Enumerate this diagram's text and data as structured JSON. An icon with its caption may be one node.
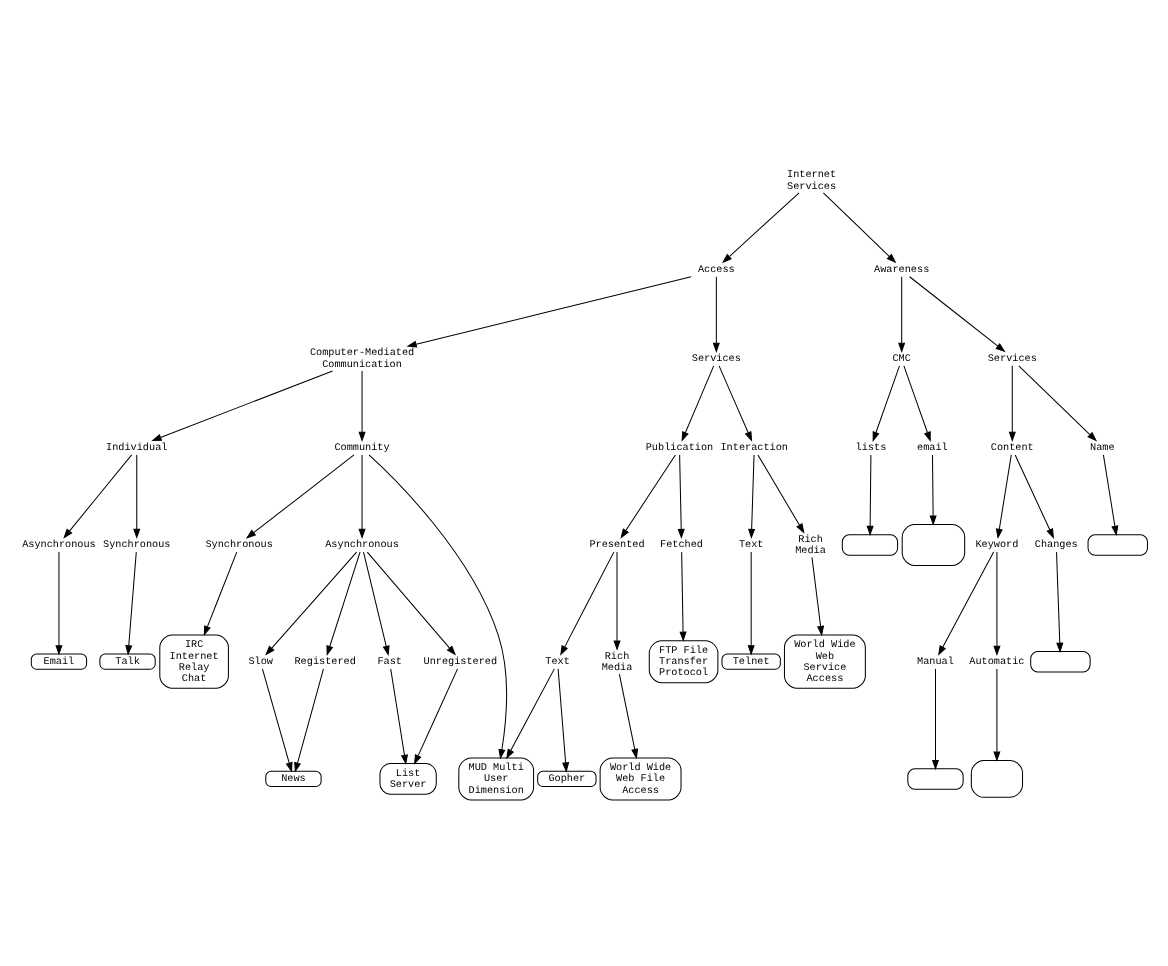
{
  "diagram": {
    "nodes": [
      {
        "text": [
          "Internet Services"
        ]
      },
      {
        "text": [
          "Access"
        ]
      },
      {
        "text": [
          "Awareness"
        ]
      },
      {
        "text": [
          "Computer-Mediated Communication"
        ]
      },
      {
        "text": [
          "Services"
        ]
      },
      {
        "text": [
          "Publication"
        ]
      },
      {
        "text": [
          "Interaction"
        ]
      },
      {
        "text": [
          "Presented"
        ]
      },
      {
        "text": [
          "Fetched"
        ]
      },
      {
        "text": [
          "CMC"
        ]
      },
      {
        "text": [
          "Text"
        ]
      },
      {
        "text": [
          "Rich Media"
        ]
      },
      {
        "text": [
          "Text"
        ]
      },
      {
        "text": [
          "Rich Media"
        ]
      },
      {
        "text": [
          "lists"
        ]
      },
      {
        "text": [
          "email"
        ]
      },
      {
        "text": [
          "Individual"
        ]
      },
      {
        "text": [
          "Community"
        ]
      },
      {
        "text": [
          "MUD Multi User Dimension"
        ]
      },
      {
        "text": [
          "World Wide Web File Access"
        ]
      },
      {
        "text": [
          "Telnet"
        ]
      },
      {
        "text": [],
        "shape": "box"
      },
      {
        "text": [
          "Asynchronous"
        ]
      },
      {
        "text": [
          "World Wide Web Service Access"
        ]
      },
      {
        "text": [],
        "shape": "box"
      },
      {
        "text": [
          "Synchronous"
        ]
      },
      {
        "text": [
          "FTP File Transfer Protocol"
        ]
      },
      {
        "text": [
          "Gopher"
        ]
      },
      {
        "text": [
          "Talk"
        ]
      },
      {
        "text": [
          "Email"
        ]
      },
      {
        "text": [
          "Asynchronous"
        ]
      },
      {
        "text": [
          "Services"
        ]
      },
      {
        "text": [
          "Synchronous"
        ]
      },
      {
        "text": [
          "Content"
        ]
      },
      {
        "text": [
          "Registered"
        ]
      },
      {
        "text": [
          "Unregistered"
        ]
      },
      {
        "text": [
          "IRC Internet Relay Chat"
        ]
      },
      {
        "text": [
          "Keyword"
        ]
      },
      {
        "text": [
          "Changes"
        ]
      },
      {
        "text": [
          "Slow"
        ]
      },
      {
        "text": [
          "Fast"
        ]
      },
      {
        "text": [
          "Name"
        ]
      },
      {
        "text": [
          "News"
        ]
      },
      {
        "text": [
          "List Server"
        ]
      },
      {
        "text": [
          "Manual"
        ]
      },
      {
        "text": [
          "Automatic"
        ]
      },
      {
        "text": [],
        "shape": "box"
      },
      {
        "text": [],
        "shape": "box"
      },
      {
        "text": [],
        "shape": "box"
      },
      {
        "text": [],
        "shape": "box"
      }
    ],
    "edges": [
      {
        "from": 0,
        "to": 1,
        "arrow": "to"
      },
      {
        "from": 0,
        "to": 2,
        "arrow": "to"
      },
      {
        "from": 1,
        "to": 3,
        "arrow": "to"
      },
      {
        "from": 1,
        "to": 4,
        "arrow": "to"
      },
      {
        "from": 4,
        "to": 5,
        "arrow": "to"
      },
      {
        "from": 4,
        "to": 6,
        "arrow": "to"
      },
      {
        "from": 5,
        "to": 7,
        "arrow": "to"
      },
      {
        "from": 5,
        "to": 8,
        "arrow": "to"
      },
      {
        "from": 7,
        "to": 10,
        "arrow": "to"
      },
      {
        "from": 7,
        "to": 11,
        "arrow": "to"
      },
      {
        "from": 6,
        "to": 12,
        "arrow": "to"
      },
      {
        "from": 6,
        "to": 13,
        "arrow": "to"
      },
      {
        "from": 2,
        "to": 9,
        "arrow": "to"
      },
      {
        "from": 2,
        "to": 31,
        "arrow": "to"
      },
      {
        "from": 9,
        "to": 14,
        "arrow": "to"
      },
      {
        "from": 9,
        "to": 15,
        "arrow": "to"
      },
      {
        "from": 3,
        "to": 16,
        "arrow": "to"
      },
      {
        "from": 3,
        "to": 17,
        "arrow": "to"
      },
      {
        "from": 10,
        "to": 18,
        "arrow": "to"
      },
      {
        "from": 10,
        "to": 27,
        "arrow": "to"
      },
      {
        "from": 11,
        "to": 19,
        "arrow": "to"
      },
      {
        "from": 12,
        "to": 20,
        "arrow": "to"
      },
      {
        "from": 13,
        "to": 23,
        "arrow": "to"
      },
      {
        "from": 8,
        "to": 26,
        "arrow": "to"
      },
      {
        "from": 14,
        "to": 21,
        "arrow": "to"
      },
      {
        "from": 15,
        "to": 24,
        "arrow": "to"
      },
      {
        "from": 16,
        "to": 25,
        "arrow": "to"
      },
      {
        "from": 16,
        "to": 22,
        "arrow": "to"
      },
      {
        "from": 25,
        "to": 28,
        "arrow": "to"
      },
      {
        "from": 22,
        "to": 29,
        "arrow": "to"
      },
      {
        "from": 17,
        "to": 18,
        "arrow": "to"
      },
      {
        "from": 17,
        "to": 32,
        "arrow": "to"
      },
      {
        "from": 17,
        "to": 30,
        "arrow": "to"
      },
      {
        "from": 32,
        "to": 36,
        "arrow": "to"
      },
      {
        "from": 30,
        "to": 34,
        "arrow": "to"
      },
      {
        "from": 30,
        "to": 39,
        "arrow": "to"
      },
      {
        "from": 30,
        "to": 40,
        "arrow": "to"
      },
      {
        "from": 30,
        "to": 35,
        "arrow": "to"
      },
      {
        "from": 34,
        "to": 42,
        "arrow": "to"
      },
      {
        "from": 39,
        "to": 42,
        "arrow": "to"
      },
      {
        "from": 40,
        "to": 43,
        "arrow": "to"
      },
      {
        "from": 35,
        "to": 43,
        "arrow": "to"
      },
      {
        "from": 31,
        "to": 41,
        "arrow": "to"
      },
      {
        "from": 31,
        "to": 33,
        "arrow": "to"
      },
      {
        "from": 33,
        "to": 37,
        "arrow": "to"
      },
      {
        "from": 33,
        "to": 38,
        "arrow": "to"
      },
      {
        "from": 37,
        "to": 44,
        "arrow": "to"
      },
      {
        "from": 37,
        "to": 45,
        "arrow": "to"
      },
      {
        "from": 41,
        "to": 46,
        "arrow": "to"
      },
      {
        "from": 38,
        "to": 47,
        "arrow": "to"
      },
      {
        "from": 44,
        "to": 48,
        "arrow": "to"
      },
      {
        "from": 45,
        "to": 49,
        "arrow": "to"
      }
    ]
  }
}
